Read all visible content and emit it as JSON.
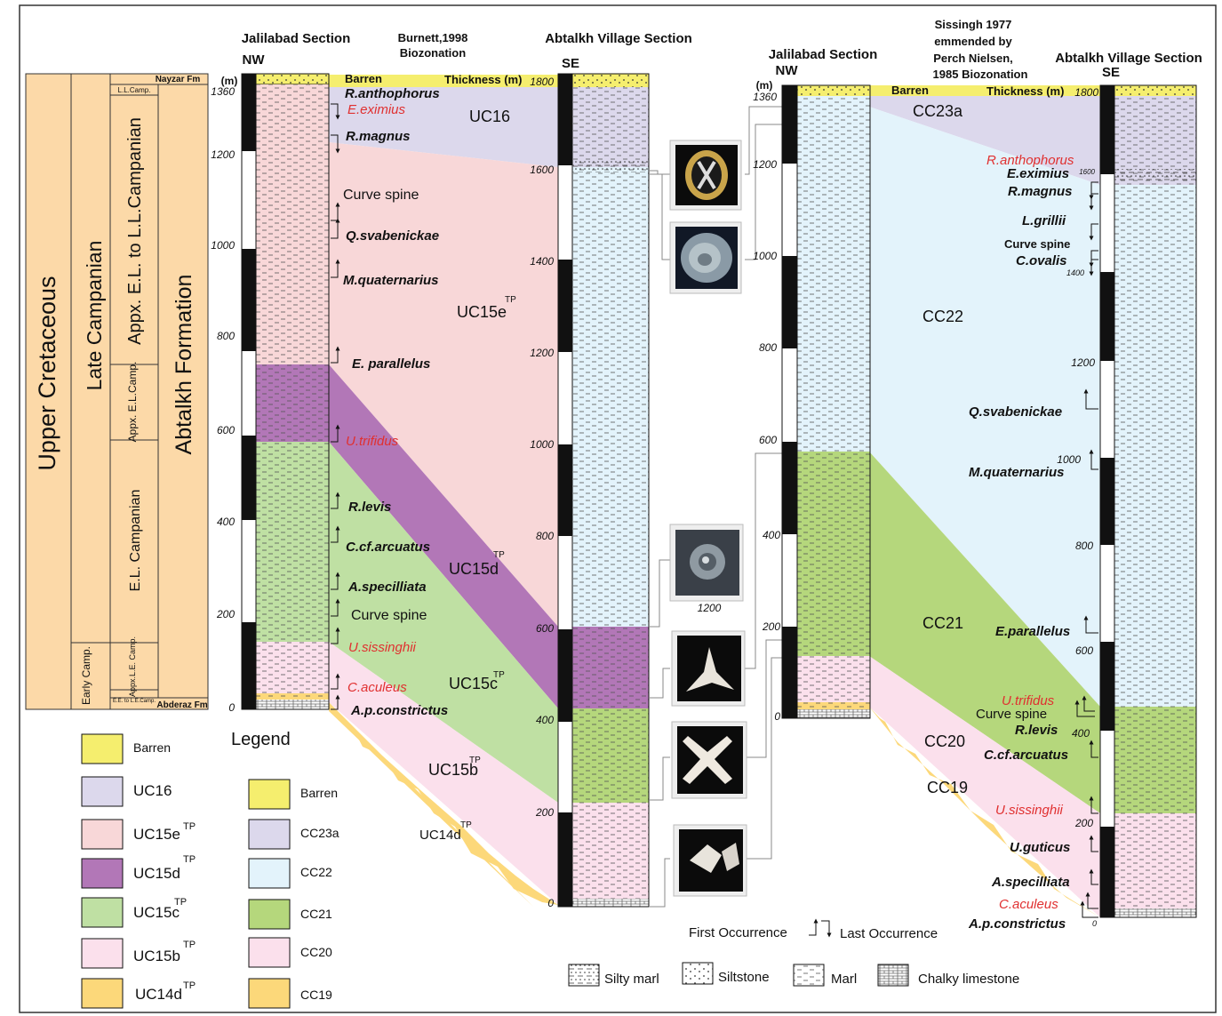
{
  "colors": {
    "barren": "#f5ee6e",
    "uc16": "#dcd8ec",
    "uc15e": "#f8d7d8",
    "uc15d": "#b277b7",
    "uc15c": "#bfe0a3",
    "uc15b": "#fbe0ec",
    "uc14d": "#fcd87a",
    "cc23a": "#dcd8ec",
    "cc22": "#e3f3fb",
    "cc21": "#b5d77c",
    "cc20": "#fbe0ec",
    "cc19": "#fcd87a",
    "chrono": "#fcd9a8",
    "red": "#e03030"
  },
  "left_headers": {
    "jalilabad": "Jalilabad Section",
    "jalilabad_dir": "NW",
    "burnett": "Burnett,1998",
    "burnett2": "Biozonation",
    "abtalkh": "Abtalkh Village Section",
    "abtalkh_dir": "SE",
    "unit": "(m)",
    "barren": "Barren",
    "thickness": "Thickness (m)"
  },
  "right_headers": {
    "jalilabad": "Jalilabad Section",
    "jalilabad_dir": "NW",
    "unit": "(m)",
    "sissingh1": "Sissingh 1977",
    "sissingh2": "emmended by",
    "sissingh3": "Perch Nielsen,",
    "sissingh4": "1985 Biozonation",
    "abtalkh": "Abtalkh Village Section",
    "abtalkh_dir": "SE",
    "barren": "Barren",
    "thickness": "Thickness (m)"
  },
  "chrono": {
    "upper_cretaceous": "Upper Cretaceous",
    "late_campanian": "Late Campanian",
    "early_camp": "Early Camp.",
    "ll_camp": "L.L.Camp.",
    "appx_el_ll": "Appx. E.L. to L.L.Campanian",
    "appx_el": "Appx. E.L.Camp.",
    "el_campanian": "E.L. Campanian",
    "appx_le": "Appx.L.E. Camp.",
    "ee_le": "E.E. to L.E.Camp.",
    "nayzar": "Nayzar Fm",
    "abtalkh_fm": "Abtalkh Formation",
    "abderaz": "Abderaz Fm"
  },
  "left_ticks": [
    "1360",
    "1200",
    "1000",
    "800",
    "600",
    "400",
    "200",
    "0"
  ],
  "abtalkh_ticks": [
    "1800",
    "1600",
    "1400",
    "1200",
    "1000",
    "800",
    "600",
    "400",
    "200",
    "0"
  ],
  "right_jal_ticks": [
    "1360",
    "1200",
    "1000",
    "800",
    "600",
    "400",
    "200",
    "0"
  ],
  "right_abt_ticks": [
    "1800",
    "1600",
    "1400",
    "1200",
    "1000",
    "800",
    "600",
    "400",
    "200",
    "0"
  ],
  "left_species": {
    "s1": "R.anthophorus",
    "s2": "E.eximius",
    "s3": "R.magnus",
    "s4": "Curve spine",
    "s5": "Q.svabenickae",
    "s6": "M.quaternarius",
    "s7": "E. parallelus",
    "s8": "U.trifidus",
    "s9": "R.levis",
    "s10": "C.cf.arcuatus",
    "s11": "A.specilliata",
    "s12": "Curve spine",
    "s13": "U.sissinghii",
    "s14": "C.aculeus",
    "s15": "A.p.constrictus"
  },
  "left_zones": {
    "uc16": "UC16",
    "uc15e": "UC15e",
    "uc15d": "UC15d",
    "uc15c": "UC15c",
    "uc15b": "UC15b",
    "uc14d": "UC14d",
    "tp": "TP"
  },
  "right_species": {
    "s1": "R.anthophorus",
    "s2": "E.eximius",
    "s3": "R.magnus",
    "s4": "L.grillii",
    "s5": "Curve spine",
    "s6": "C.ovalis",
    "s7": "Q.svabenickae",
    "s8": "M.quaternarius",
    "s9": "E.parallelus",
    "s10": "U.trifidus",
    "s11": "Curve spine",
    "s12": "R.levis",
    "s13": "C.cf.arcuatus",
    "s14": "U.sissinghii",
    "s15": "U.guticus",
    "s16": "A.specilliata",
    "s17": "C.aculeus",
    "s18": "A.p.constrictus"
  },
  "right_zones": {
    "cc23a": "CC23a",
    "cc22": "CC22",
    "cc21": "CC21",
    "cc20": "CC20",
    "cc19": "CC19"
  },
  "photo_label": "1200",
  "legend": {
    "title": "Legend",
    "left": [
      "Barren",
      "UC16",
      "UC15e",
      "UC15d",
      "UC15c",
      "UC15b",
      "UC14d"
    ],
    "tp": "TP",
    "right": [
      "Barren",
      "CC23a",
      "CC22",
      "CC21",
      "CC20",
      "CC19"
    ],
    "first_occ": "First Occurrence",
    "last_occ": "Last Occurrence",
    "lith": [
      "Silty marl",
      "Siltstone",
      "Marl",
      "Chalky limestone"
    ]
  }
}
